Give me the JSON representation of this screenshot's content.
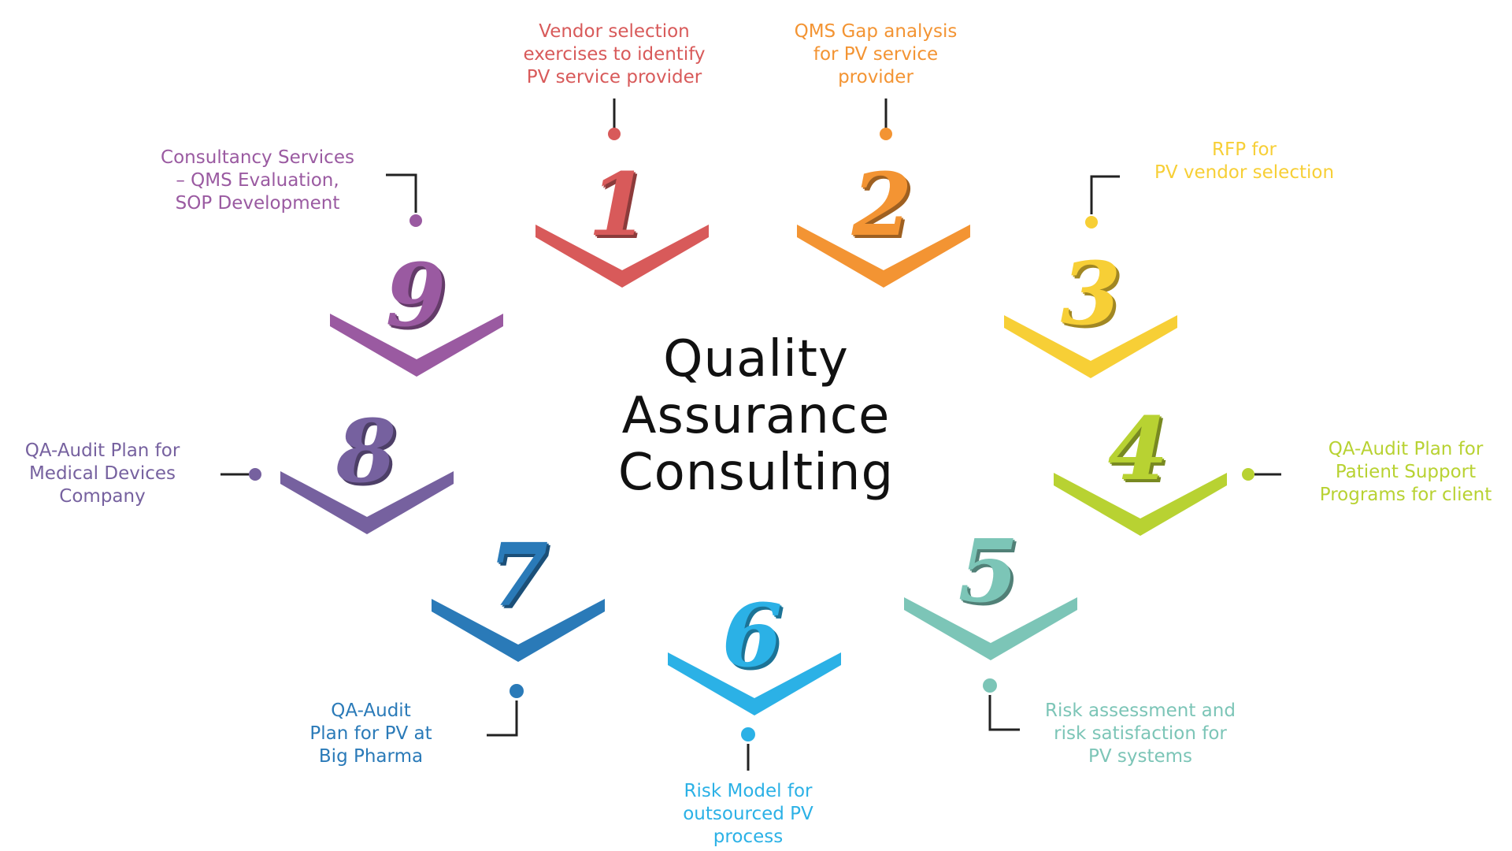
{
  "title": {
    "lines": [
      "Quality",
      "Assurance",
      "Consulting"
    ]
  },
  "steps": [
    {
      "number": "1",
      "color": "#d85a5a",
      "lines": [
        "Vendor selection",
        "exercises to identify",
        "PV service provider"
      ]
    },
    {
      "number": "2",
      "color": "#f39433",
      "lines": [
        "QMS Gap analysis",
        "for PV service",
        "provider"
      ]
    },
    {
      "number": "3",
      "color": "#f7cf36",
      "lines": [
        "RFP for",
        "PV vendor selection"
      ]
    },
    {
      "number": "4",
      "color": "#b8d232",
      "lines": [
        "QA-Audit Plan for",
        "Patient Support",
        "Programs for client"
      ]
    },
    {
      "number": "5",
      "color": "#7cc5b7",
      "lines": [
        "Risk assessment and",
        "risk satisfaction for",
        "PV systems"
      ]
    },
    {
      "number": "6",
      "color": "#2bb1e6",
      "lines": [
        "Risk Model for",
        "outsourced PV process"
      ]
    },
    {
      "number": "7",
      "color": "#2a7ab8",
      "lines": [
        "QA-Audit",
        "Plan for PV at",
        "Big Pharma"
      ]
    },
    {
      "number": "8",
      "color": "#76619f",
      "lines": [
        "QA-Audit Plan for",
        "Medical Devices",
        "Company"
      ]
    },
    {
      "number": "9",
      "color": "#9a5aa1",
      "lines": [
        "Consultancy Services",
        "–  QMS Evaluation,",
        "SOP Development"
      ]
    }
  ]
}
